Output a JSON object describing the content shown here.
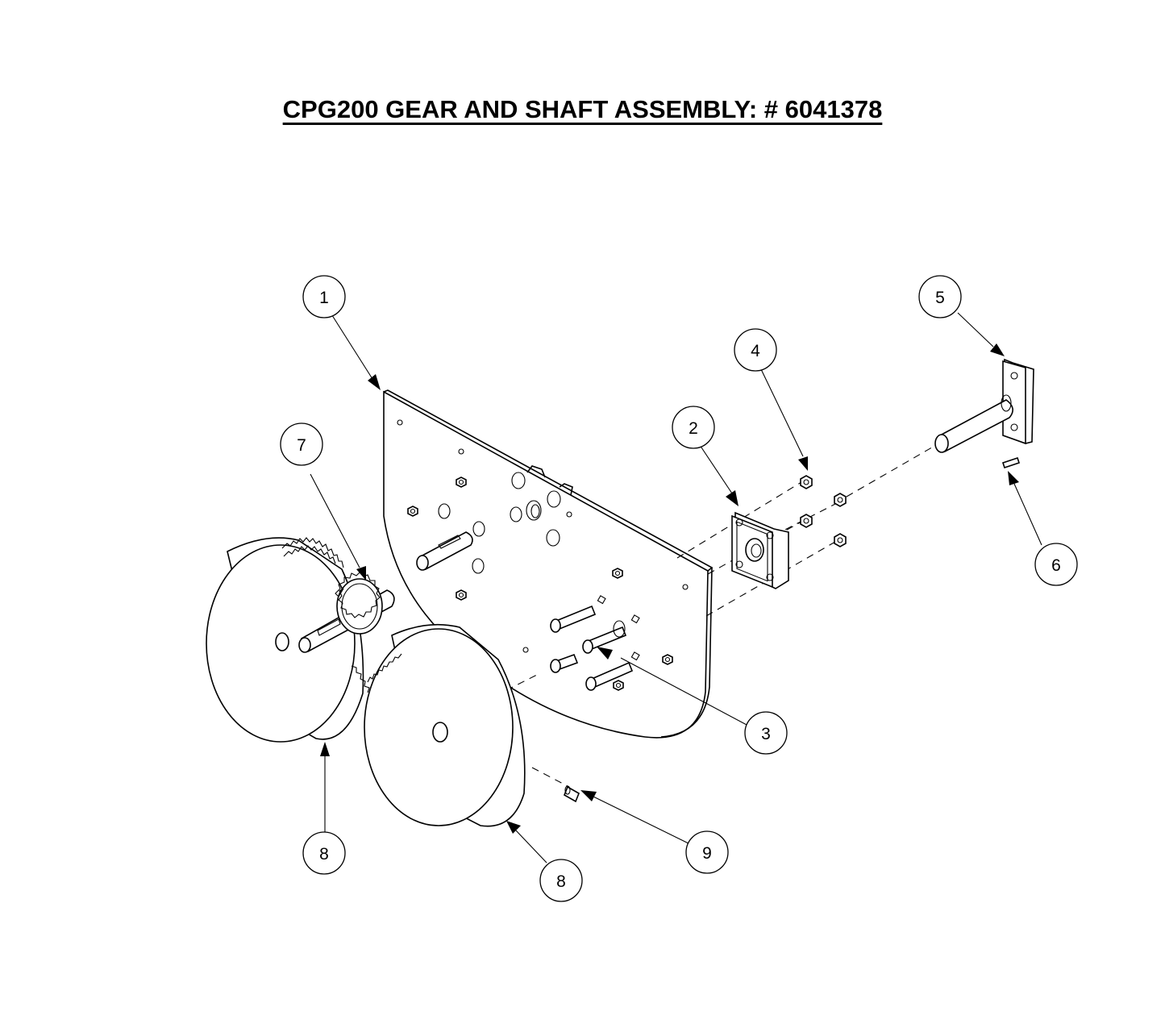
{
  "title": "CPG200 GEAR AND SHAFT ASSEMBLY: # 6041378",
  "callouts": [
    {
      "id": "callout-1",
      "label": "1"
    },
    {
      "id": "callout-2",
      "label": "2"
    },
    {
      "id": "callout-3",
      "label": "3"
    },
    {
      "id": "callout-4",
      "label": "4"
    },
    {
      "id": "callout-5",
      "label": "5"
    },
    {
      "id": "callout-6",
      "label": "6"
    },
    {
      "id": "callout-7",
      "label": "7"
    },
    {
      "id": "callout-8a",
      "label": "8"
    },
    {
      "id": "callout-8b",
      "label": "8"
    },
    {
      "id": "callout-9",
      "label": "9"
    }
  ]
}
